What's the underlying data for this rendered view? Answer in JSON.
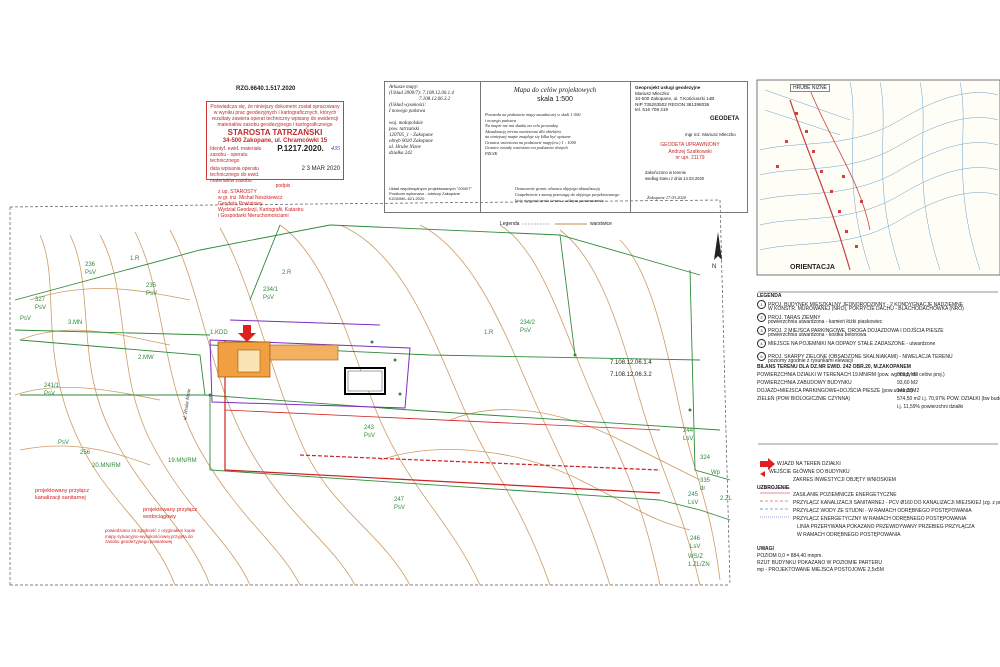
{
  "reference_number": "RZG.6640.1.517.2020",
  "stamp": {
    "text": "Poświadcza się, że niniejszy dokument został opracowany w wyniku prac geodezyjnych i kartograficznych, których rezultaty zawiera operat techniczny wpisany do ewidencji materiałów zasobu geodezyjnego i kartograficznego",
    "authority": "STAROSTA TATRZAŃSKI",
    "address": "34-500 Zakopane, ul. Chramcówki 15",
    "id_label": "Identyf. ewid. materiału zasobu - operatu technicznego",
    "id_value": "P.1217.2020.",
    "id_suffix": "435",
    "date_label": "data wpisania operatu technicznego do ewid. materiałów zasobu",
    "date_value": "2 3 MAR 2020",
    "sign_note": "podpis",
    "sign_names": [
      "z up. STAROSTY",
      "w gr. inż. Michał Noszkiewicz",
      "Geodeta Powiatowy",
      "Wydział Geodezji, Kartografii, Katastru",
      "i Gospodarki Nieruchomościami"
    ]
  },
  "info_box": {
    "col1": [
      "Arkusze mapy:",
      "(Układ 2000/7): 7.108.12.06.1.4",
      "7.108.12.06.3.2",
      "(Układ wysokości:",
      "I nowego państwa",
      "woj. małopolskie",
      "pow. tatrzański",
      "120705_1 - Zakopane",
      "obręb 0020 Zakopane",
      "ul. Hrube Nizne",
      "działka 242"
    ],
    "col1_bottom": [
      "Układ współrzędnych projektowanych \"2000/7\"",
      "Prośbom wykonano - lotniczy Zakopane",
      "KZGMIKL.621.2020"
    ],
    "title": "Mapa do celów projektowych",
    "scale": "skala 1:500",
    "notes": [
      "Powstała na podstawie mapy zasadniczej w skali 1:500",
      "i nowego państwa",
      "Na mapie nie ma skutku na celu prowadzą",
      "Aktualizację terenu naniesiono dla obiektów",
      "na niniejszej mapie znajduje się kilka być opisane",
      "Granica wniesiona na podstawie mapy(ew.) 1 : 1000",
      "Granice zostały wniesione na podstawie danych",
      "PZGIK"
    ],
    "legend_lines": [
      "Oznaczenie granic obszaru objętego aktualizacją",
      "Uzupełnienie z znaną przewagą do objętego projektowanego",
      "linie rozgraniczenia terenu o różnym przeznaczeniu"
    ],
    "contractor": [
      "Geoprojekt usługi geodezyjne",
      "Mariusz Mleczko",
      "34-500 Zakopane, ul. T.Kościuszki 14B",
      "NIP 735263502 REGON 381398036",
      "tel. 516 708 419"
    ],
    "geodeta_label": "GEODETA",
    "geodeta_name": "mgr inż. Mariusz Mleczko",
    "auth_stamp": [
      "GEODETA UPRAWNIONY",
      "Andrzej Szatkowski",
      "nr upr. 21179"
    ],
    "date_block": [
      "Zakończono w terenie",
      "według stanu z dnia 14.03.2020"
    ],
    "date_close": "Zakopane 17.03.2020"
  },
  "legend_bar": {
    "left": "Legenda",
    "right": "warstwice"
  },
  "map_labels": {
    "parcels": [
      "236",
      "PsV",
      "235",
      "PsV",
      "1.R",
      "2.R",
      "234/1",
      "PsV",
      "327",
      "PsV",
      "3.MN",
      "1.KDD",
      "2.MW",
      "241/1",
      "PsV",
      "PsV",
      "256",
      "PsV",
      "20.MN/RM",
      "19.MN/RM",
      "247",
      "PsV",
      "1.R",
      "234/2",
      "PsV",
      "243",
      "PsV",
      "244",
      "LsV",
      "335",
      "dr",
      "245",
      "LsV",
      "246",
      "LsV",
      "WS/Z",
      "1.ZL/ZN",
      "324",
      "Wp",
      "2.ZL"
    ],
    "sheets": [
      "7.108.12.06.1.4",
      "7.108.12.06.3.2"
    ],
    "street": "ul. Hrube Nizne",
    "notes": [
      "projektowany przyłącz kanalizacji sanitarnej",
      "projektowany przyłącz wodociągowy"
    ],
    "survey_note": "powiedziano za zgodność z oryginałem kopie mapy sytuacyjno-wysokościowej przyjęta do zasobu geodezyjnego powiatowej"
  },
  "inset": {
    "label": "ORIENTACJA",
    "tag": "HRUBE NIZNE"
  },
  "legend": {
    "title": "LEGENDA",
    "items": [
      {
        "n": "1",
        "text": "PROJ. BUDYNEK MIESZKALNY JEDNORODZINNY - 2 KONDYGNACJE NADZIEMNE",
        "sub": "W KONSTR. MUROWANEJ (NRO), POKRYCIE DACHU - BLACHODACHÓWKA (NRO)"
      },
      {
        "n": "2",
        "text": "PROJ. TARAS ZIEMNY",
        "sub": "powierzchnia utwardzona - kamień łóżki piaskowiec"
      },
      {
        "n": "3",
        "text": "PROJ. 2 MIEJSCA PARKINGOWE, DROGA DOJAZDOWA I DOJŚCIA PIESZE",
        "sub": "powierzchnia utwardzona - kostka betonowa"
      },
      {
        "n": "4",
        "text": "MIEJSCE NA POJEMNIKI NA ODPADY STAŁE ZADASZONE - utwardzone",
        "sub": ""
      },
      {
        "n": "5",
        "text": "PROJ. SKARPY ZIELONE (OBSADZONE SKALNIAKAMI) - NIWELACJA TERENU",
        "sub": "poziomy zgodnie z rysunkami elewacji"
      }
    ],
    "balance_title": "BILANS TERENU DLA DZ.NR EWID. 242 OBR.20, M.ZAKOPANEM",
    "balance": [
      {
        "label": "POWIERZCHNIA DZIAŁKI W TERENACH 19.MN/RM (pow. wg mapy do celów proj.)",
        "value": "809,5 M2"
      },
      {
        "label": "POWIERZCHNIA ZABUDOWY BUDYNKU",
        "value": "93,60 M2"
      },
      {
        "label": "DOJAZD+MIEJSCA PARKINGOWE+DOJŚCIA PIESZE (pow.utwardz)",
        "value": "141,20M2"
      },
      {
        "label": "ZIELEŃ (POW BIOLOGICZNIE CZYNNA)",
        "value": "574,50 m2 i.j. 70,97% POW. DZIAŁKI (bw budowl.)"
      },
      {
        "label": "",
        "value": "i.j. 11,59% powierzchni działki"
      }
    ],
    "markers": [
      "WJAZD NA TEREN DZIAŁKI",
      "WEJŚCIE GŁÓWNE DO BUDYNKU",
      "ZAKRES INWESTYCJI OBJĘTY WNIOSKIEM"
    ],
    "utilities_title": "UZBROJENIE",
    "utilities": [
      "ZASILANIE POZIEMNICZE ENERGETYCZNE",
      "PRZYŁĄCZ KANALIZACJI SANITARNEJ - PCV Ø160 DO KANALIZACJI MIEJSKIEJ (zg. z proj.branż.)",
      "PRZYŁĄCZ WODY ZE STUDNI - W RAMACH ODRĘBNEGO POSTĘPOWANIA",
      "PRZYŁĄCZ ENERGETYCZNY W RAMACH ODRĘBNEGO POSTĘPOWANIA",
      "LINIA PRZERYWANA POKAZANO PRZEWIDYWANY PRZEBIEG PRZYŁĄCZA",
      "W RAMACH ODRĘBNEGO POSTĘPOWANIA"
    ],
    "remarks_title": "UWAGI",
    "remarks": [
      "POZIOM 0,0 = 884,40 mnpm.",
      "RZUT BUDYNKU POKAZANO W POZIOMIE PARTERU",
      "mp - PROJEKTOWANE MIEJSCA POSTOJOWE 2,5x5M"
    ]
  },
  "colors": {
    "contour": "#b07a3a",
    "parcel": "#2f8a3a",
    "boundary": "#7b2fbf",
    "sewer": "#d02020",
    "building_fill": "#f0a040",
    "inset_bg": "#fffef6"
  }
}
